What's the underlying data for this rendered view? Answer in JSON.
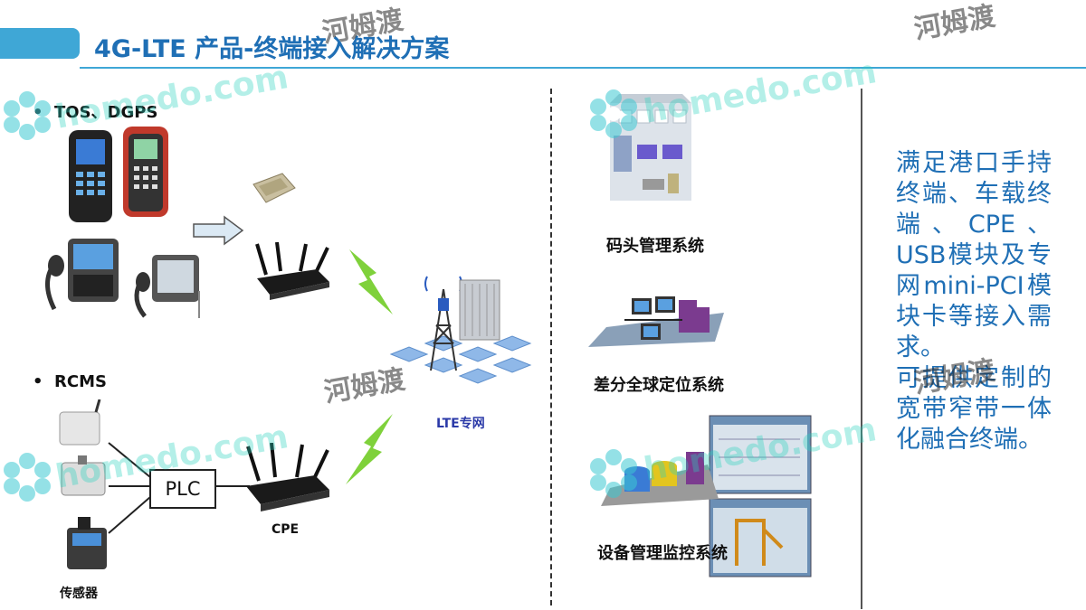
{
  "header": {
    "title": "4G-LTE 产品-终端接入解决方案"
  },
  "left": {
    "bullet_tos": "TOS、DGPS",
    "bullet_rcms": "RCMS",
    "plc_label": "PLC",
    "cpe_label": "CPE",
    "sensor_label": "传感器",
    "lte_label": "LTE专网"
  },
  "middle": {
    "caption_terminal": "码头管理系统",
    "caption_dgps": "差分全球定位系统",
    "caption_monitor": "设备管理监控系统"
  },
  "right": {
    "text_p1": "满足港口手持终端、车载终端、CPE、USB模块及专网mini-PCI模块卡等接入需求。",
    "text_p2": "可提供定制的宽带窄带一体化融合终端。"
  },
  "watermark": {
    "latin": "homedo.com",
    "cn": "河姆渡"
  },
  "colors": {
    "accent": "#3fa7d6",
    "title": "#1f6fb5",
    "lightning": "#7fd13b",
    "hex_tile": "#8fb8e8"
  }
}
